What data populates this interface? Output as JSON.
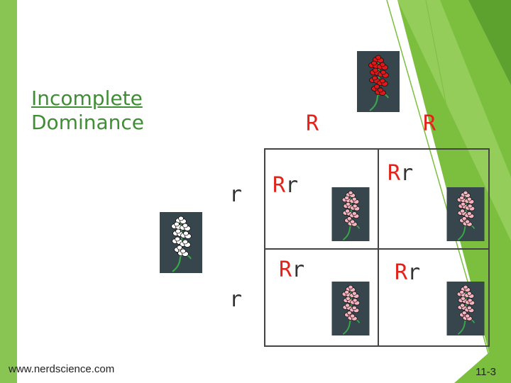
{
  "slide": {
    "title_line1": "Incomplete",
    "title_line2": "Dominance",
    "website": "www.nerdscience.com",
    "slide_number": "11-3"
  },
  "punnett": {
    "top_alleles": [
      "R",
      "R"
    ],
    "side_alleles": [
      "r",
      "r"
    ],
    "cells": [
      {
        "dominant": "R",
        "recessive": "r"
      },
      {
        "dominant": "R",
        "recessive": "r"
      },
      {
        "dominant": "R",
        "recessive": "r"
      },
      {
        "dominant": "R",
        "recessive": "r"
      }
    ]
  },
  "colors": {
    "accent_green": "#7cbf3f",
    "title_green": "#3f8d34",
    "allele_red": "#e2231a",
    "flower_red": "#e01818",
    "flower_pink": "#f5b5c0",
    "flower_white": "#ffffff",
    "tile_background": "#37454d"
  },
  "images": [
    {
      "name": "red-snapdragon",
      "petal_color": "red"
    },
    {
      "name": "white-snapdragon",
      "petal_color": "white"
    },
    {
      "name": "pink-snapdragon",
      "petal_color": "pink",
      "count": 4
    }
  ]
}
